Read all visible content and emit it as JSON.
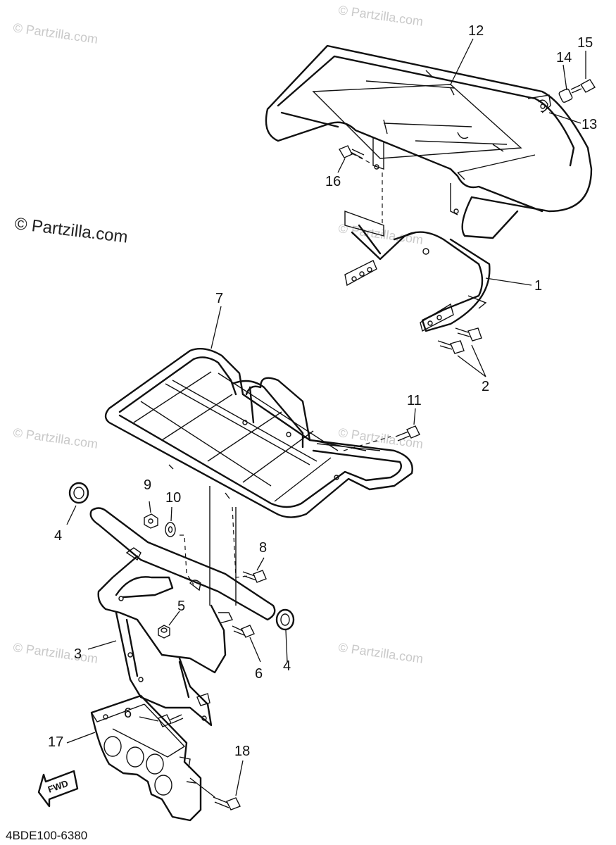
{
  "watermarks": {
    "faint": "© Partzilla.com",
    "main": "© Partzilla.com"
  },
  "callouts": {
    "n1": "1",
    "n2": "2",
    "n3": "3",
    "n4a": "4",
    "n4b": "4",
    "n5": "5",
    "n6a": "6",
    "n6b": "6",
    "n7": "7",
    "n8": "8",
    "n9": "9",
    "n10": "10",
    "n11": "11",
    "n12": "12",
    "n13": "13",
    "n14": "14",
    "n15": "15",
    "n16": "16",
    "n17": "17",
    "n18": "18"
  },
  "fwd_label": "FWD",
  "diagram_code": "4BDE100-6380"
}
